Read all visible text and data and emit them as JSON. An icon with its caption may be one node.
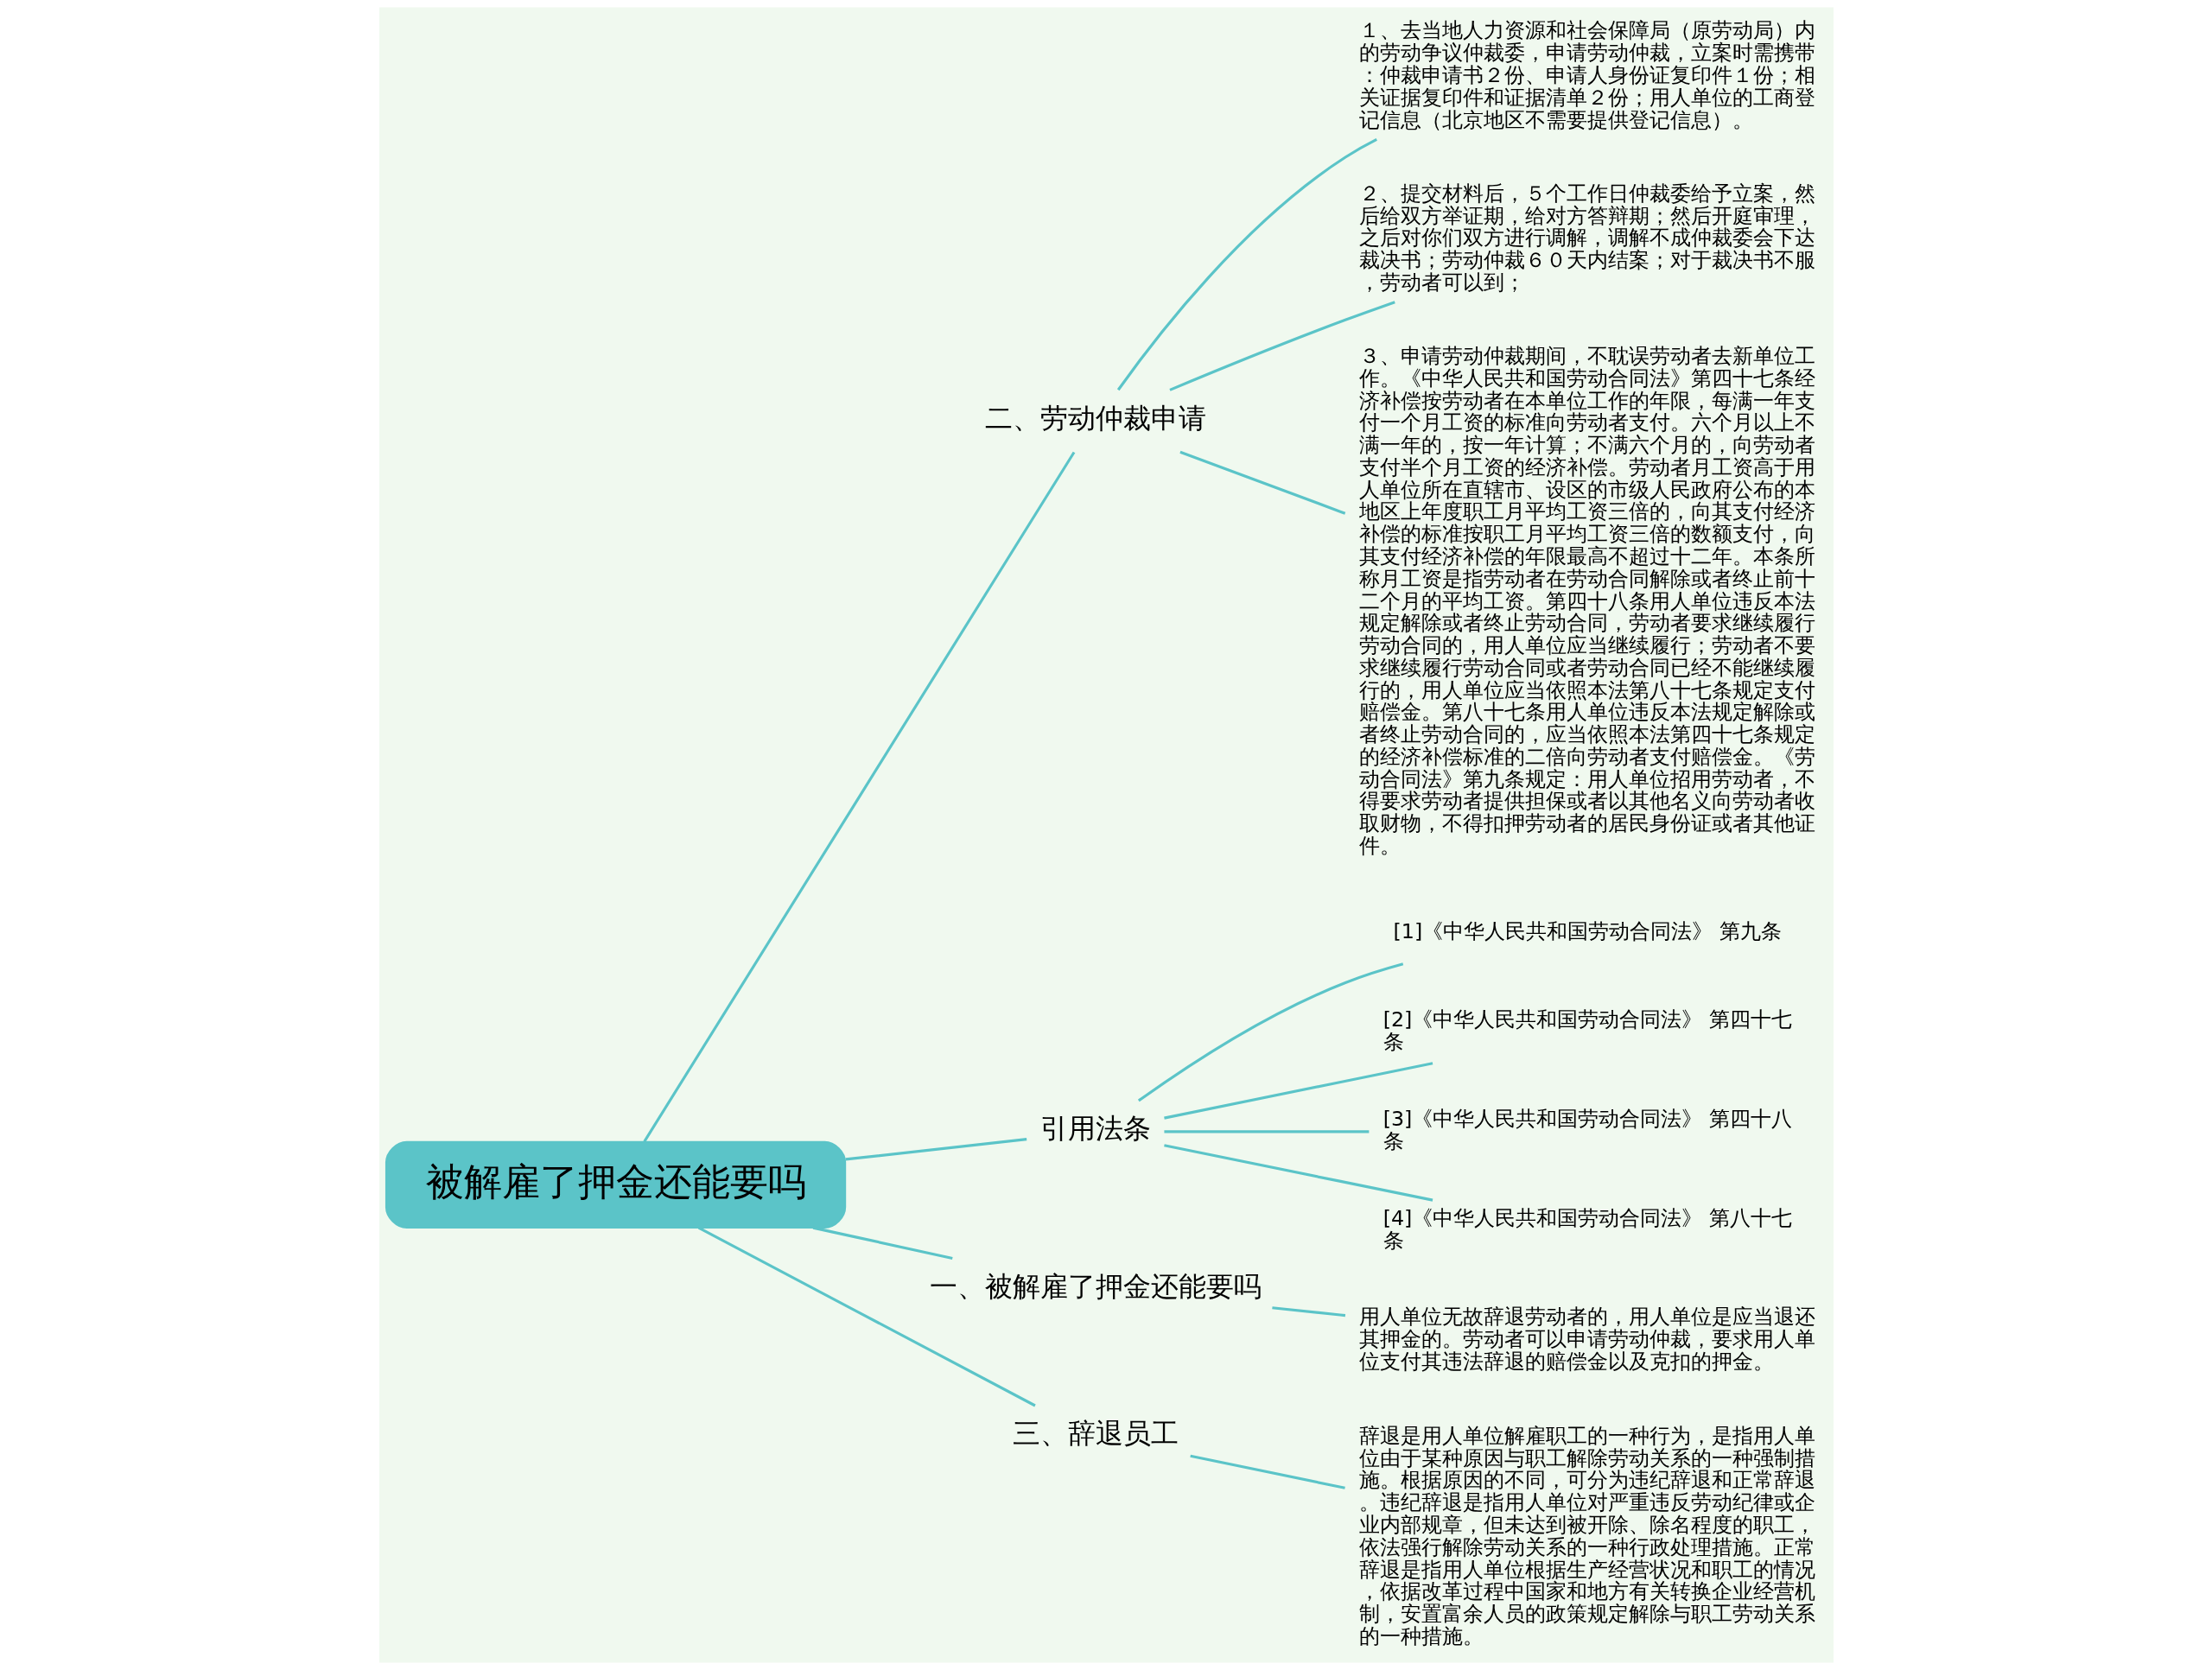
{
  "diagram": {
    "nodes": [
      {
        "text": [
          "被解雇了押金还能要吗"
        ]
      },
      {
        "text": [
          "二、劳动仲裁申请"
        ]
      },
      {
        "text": [
          "１、去当地人力资源和社会保障局（原劳动局）内的劳动争议仲裁委，申请劳动仲裁，立案时需携带：仲裁申请书２份、申请人身份证复印件１份；相关证据复印件和证据清单２份；用人单位的工商登记信息（北京地区不需要提供登记信息）。"
        ]
      },
      {
        "text": [
          "２、提交材料后，５个工作日仲裁委给予立案，然后给双方举证期，给对方答辩期；然后开庭审理，之后对你们双方进行调解，调解不成仲裁委会下达裁决书；劳动仲裁６０天内结案；对于裁决书不服，劳动者可以到；"
        ]
      },
      {
        "text": [
          "３、申请劳动仲裁期间，不耽误劳动者去新单位工作。《中华人民共和国劳动合同法》第四十七条经济补偿按劳动者在本单位工作的年限，每满一年支付一个月工资的标准向劳动者支付。六个月以上不满一年的，按一年计算；不满六个月的，向劳动者支付半个月工资的经济补偿。劳动者月工资高于用人单位所在直辖市、设区的市级人民政府公布的本地区上年度职工月平均工资三倍的，向其支付经济补偿的标准按职工月平均工资三倍的数额支付，向其支付经济补偿的年限最高不超过十二年。本条所称月工资是指劳动者在劳动合同解除或者终止前十二个月的平均工资。第四十八条用人单位违反本法规定解除或者终止劳动合同，劳动者要求继续履行劳动合同的，用人单位应当继续履行；劳动者不要求继续履行劳动合同或者劳动合同已经不能继续履行的，用人单位应当依照本法第八十七条规定支付赔偿金。第八十七条用人单位违反本法规定解除或者终止劳动合同的，应当依照本法第四十七条规定的经济补偿标准的二倍向劳动者支付赔偿金。《劳动合同法》第九条规定：用人单位招用劳动者，不得要求劳动者提供担保或者以其他名义向劳动者收取财物，不得扣押劳动者的居民身份证或者其他证件。"
        ]
      },
      {
        "text": [
          "引用法条"
        ]
      },
      {
        "text": [
          "[1]《中华人民共和国劳动合同法》 第九条"
        ]
      },
      {
        "text": [
          "[2]《中华人民共和国劳动合同法》 第四十七条"
        ]
      },
      {
        "text": [
          "[3]《中华人民共和国劳动合同法》 第四十八条"
        ]
      },
      {
        "text": [
          "[4]《中华人民共和国劳动合同法》 第八十七条"
        ]
      },
      {
        "text": [
          "一、被解雇了押金还能要吗"
        ]
      },
      {
        "text": [
          "用人单位无故辞退劳动者的，用人单位是应当退还其押金的。劳动者可以申请劳动仲裁，要求用人单位支付其违法辞退的赔偿金以及克扣的押金。"
        ]
      },
      {
        "text": [
          "三、辞退员工"
        ]
      },
      {
        "text": [
          "辞退是用人单位解雇职工的一种行为，是指用人单位由于某种原因与职工解除劳动关系的一种强制措施。根据原因的不同，可分为违纪辞退和正常辞退。违纪辞退是指用人单位对严重违反劳动纪律或企业内部规章，但未达到被开除、除名程度的职工，依法强行解除劳动关系的一种行政处理措施。正常辞退是指用人单位根据生产经营状况和职工的情况，依据改革过程中国家和地方有关转换企业经营机制，安置富余人员的政策规定解除与职工劳动关系的一种措施。"
        ]
      }
    ],
    "edges": [
      {
        "from": 0,
        "to": 1,
        "arrow": "none"
      },
      {
        "from": 1,
        "to": 2,
        "arrow": "none"
      },
      {
        "from": 1,
        "to": 3,
        "arrow": "none"
      },
      {
        "from": 1,
        "to": 4,
        "arrow": "none"
      },
      {
        "from": 0,
        "to": 5,
        "arrow": "none"
      },
      {
        "from": 5,
        "to": 6,
        "arrow": "none"
      },
      {
        "from": 5,
        "to": 7,
        "arrow": "none"
      },
      {
        "from": 5,
        "to": 8,
        "arrow": "none"
      },
      {
        "from": 5,
        "to": 9,
        "arrow": "none"
      },
      {
        "from": 0,
        "to": 10,
        "arrow": "none"
      },
      {
        "from": 10,
        "to": 11,
        "arrow": "none"
      },
      {
        "from": 0,
        "to": 12,
        "arrow": "none"
      },
      {
        "from": 12,
        "to": 13,
        "arrow": "none"
      }
    ]
  }
}
